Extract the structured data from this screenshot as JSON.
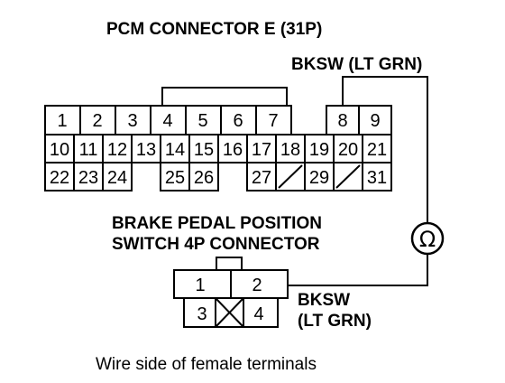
{
  "pcm_connector": {
    "title": "PCM CONNECTOR E (31P)",
    "wire_label": "BKSW (LT GRN)",
    "row1": [
      "1",
      "2",
      "3",
      "4",
      "5",
      "6",
      "7",
      "8",
      "9"
    ],
    "row2": [
      "10",
      "11",
      "12",
      "13",
      "14",
      "15",
      "16",
      "17",
      "18",
      "19",
      "20",
      "21"
    ],
    "row3": [
      "22",
      "23",
      "24",
      "25",
      "26",
      "27",
      "29",
      "31"
    ]
  },
  "brake_connector": {
    "title_line1": "BRAKE PEDAL POSITION",
    "title_line2": "SWITCH 4P CONNECTOR",
    "pins": [
      "1",
      "2",
      "3",
      "4"
    ],
    "wire_label_line1": "BKSW",
    "wire_label_line2": "(LT GRN)"
  },
  "ohmmeter_symbol": "Ω",
  "caption": "Wire side of female terminals"
}
